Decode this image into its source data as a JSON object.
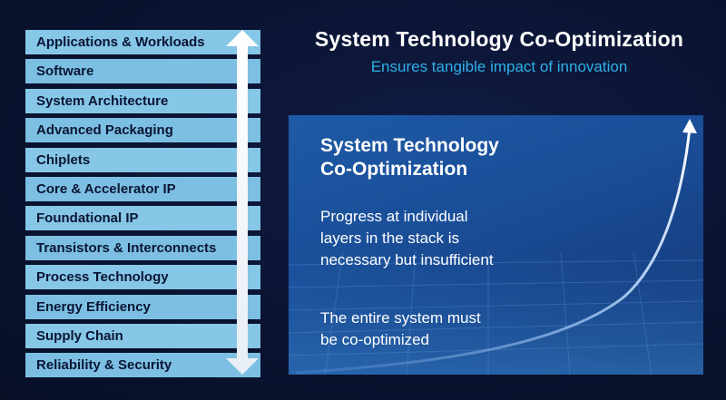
{
  "stack": {
    "layers": [
      "Applications & Workloads",
      "Software",
      "System Architecture",
      "Advanced Packaging",
      "Chiplets",
      "Core & Accelerator IP",
      "Foundational  IP",
      "Transistors & Interconnects",
      "Process Technology",
      "Energy Efficiency",
      "Supply Chain",
      "Reliability & Security"
    ]
  },
  "header": {
    "title": "System Technology Co-Optimization",
    "subtitle": "Ensures tangible impact of innovation"
  },
  "panel": {
    "title_line1": "System Technology",
    "title_line2": "Co-Optimization",
    "text1_line1": "Progress at individual",
    "text1_line2": "layers in the stack is",
    "text1_line3": "necessary but insufficient",
    "text2_line1": "The entire system must",
    "text2_line2": "be co-optimized"
  },
  "colors": {
    "layer_fill": "#86c6e6",
    "title": "#ffffff",
    "subtitle": "#2fb0e8",
    "panel": "#1a4e98"
  },
  "icons": {
    "stack_arrow": "double-headed-vertical-arrow-icon",
    "growth_curve": "exponential-growth-arrow-icon"
  }
}
